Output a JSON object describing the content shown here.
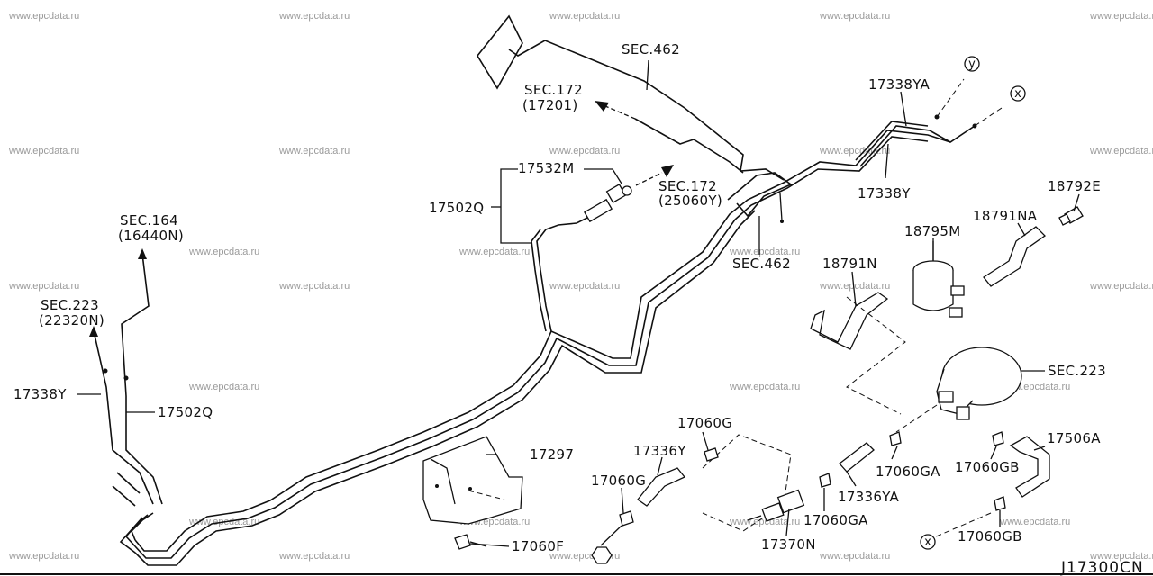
{
  "watermark": "www.epcdata.ru",
  "diagram_code": "J17300CN",
  "labels": {
    "sec462_top": "SEC.462",
    "sec172_a": "SEC.172",
    "sec172_a_sub": "(17201)",
    "p17338ya_top": "17338YA",
    "sym_y": "y",
    "sym_x": "x",
    "p17532m": "17532M",
    "sec172_b": "SEC.172",
    "sec172_b_sub": "(25060Y)",
    "p17502q_mid": "17502Q",
    "p17338y_right": "17338Y",
    "p18792e": "18792E",
    "p18791na": "18791NA",
    "p18795m": "18795M",
    "sec164": "SEC.164",
    "sec164_sub": "(16440N)",
    "sec462_mid": "SEC.462",
    "p18791n": "18791N",
    "sec223_left": "SEC.223",
    "sec223_left_sub": "(22320N)",
    "p17338y_left": "17338Y",
    "p17502q_left": "17502Q",
    "sec223_right": "SEC.223",
    "p17060g_top": "17060G",
    "p17297": "17297",
    "p17336y": "17336Y",
    "p17506a": "17506A",
    "p17060g_left": "17060G",
    "p17060ga_right": "17060GA",
    "p17060gb_right": "17060GB",
    "p17336ya": "17336YA",
    "p17060ga_bottom": "17060GA",
    "p17370n": "17370N",
    "p17060f": "17060F",
    "p17060gb_bottom": "17060GB"
  }
}
